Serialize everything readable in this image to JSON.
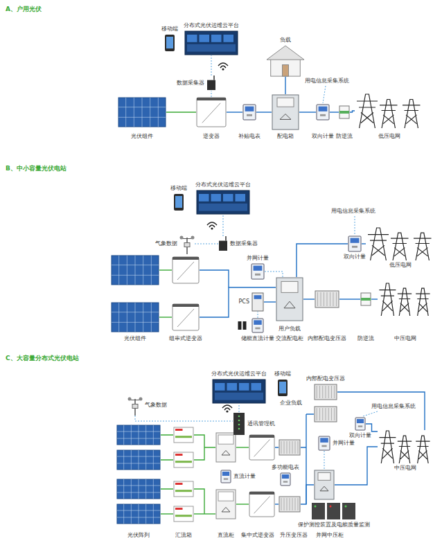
{
  "diagram": {
    "nodes": [
      {
        "text": [
          "移动端"
        ]
      },
      {
        "text": [
          "分布式光伏运维云平台"
        ]
      },
      {
        "text": [
          "数据采集器"
        ]
      },
      {
        "text": [
          "负载"
        ]
      },
      {
        "text": [
          "光伏组件"
        ]
      },
      {
        "text": [
          "逆变器"
        ]
      },
      {
        "text": [
          "补贴电表"
        ]
      },
      {
        "text": [
          "配电箱"
        ]
      },
      {
        "text": [
          "双向计量"
        ]
      },
      {
        "text": [
          "防逆流"
        ]
      },
      {
        "text": [
          "低压电网"
        ]
      },
      {
        "text": [
          "移动端"
        ]
      },
      {
        "text": [
          "分布式光伏运维云平台"
        ]
      },
      {
        "text": [
          "气象数据"
        ]
      },
      {
        "text": [
          "数据采集器"
        ]
      },
      {
        "text": [
          "并网计量"
        ]
      },
      {
        "text": [
          "双向计量"
        ]
      },
      {
        "text": [
          "低压电网"
        ]
      },
      {
        "text": [
          "光伏组件"
        ]
      },
      {
        "text": [
          "组串式逆变器"
        ]
      },
      {
        "text": [
          "PCS"
        ]
      },
      {
        "text": [
          "储能直流计量"
        ]
      },
      {
        "text": [
          "交流配电柜"
        ]
      },
      {
        "text": [
          "内部配电变压器"
        ]
      },
      {
        "text": [
          "防逆流"
        ]
      },
      {
        "text": [
          "中压电网"
        ]
      },
      {
        "text": [
          "分布式光伏运维云平台"
        ]
      },
      {
        "text": [
          "移动端"
        ]
      },
      {
        "text": [
          "通讯管理机"
        ]
      },
      {
        "text": [
          "气象数据"
        ]
      },
      {
        "text": [
          "光伏阵列"
        ]
      },
      {
        "text": [
          "汇流箱"
        ]
      },
      {
        "text": [
          "直流柜"
        ]
      },
      {
        "text": [
          "直流计量"
        ]
      },
      {
        "text": [
          "集中式逆变器"
        ]
      },
      {
        "text": [
          "升压变压器"
        ]
      },
      {
        "text": [
          "多功能电表"
        ]
      },
      {
        "text": [
          "并网计量"
        ]
      },
      {
        "text": [
          "并网中压柜"
        ]
      },
      {
        "text": [
          "保护测控装置及电能质量监测"
        ]
      },
      {
        "text": [
          "内部配电变压器"
        ]
      },
      {
        "text": [
          "双向计量"
        ]
      },
      {
        "text": [
          "中压电网"
        ]
      }
    ],
    "edges": [
      {
        "from": 4,
        "to": 5,
        "arrow": "none"
      },
      {
        "from": 5,
        "to": 6,
        "arrow": "none"
      },
      {
        "from": 6,
        "to": 7,
        "arrow": "none"
      },
      {
        "from": 7,
        "to": 8,
        "arrow": "none"
      },
      {
        "from": 8,
        "to": 9,
        "arrow": "none"
      },
      {
        "from": 9,
        "to": 10,
        "arrow": "none"
      },
      {
        "from": 7,
        "to": 3,
        "arrow": "none"
      },
      {
        "from": 5,
        "to": 2,
        "arrow": "none"
      },
      {
        "from": 2,
        "to": 1,
        "arrow": "none"
      },
      {
        "from": 18,
        "to": 19,
        "arrow": "none"
      },
      {
        "from": 19,
        "to": 22,
        "arrow": "none"
      },
      {
        "from": 22,
        "to": 23,
        "arrow": "none"
      },
      {
        "from": 23,
        "to": 24,
        "arrow": "none"
      },
      {
        "from": 24,
        "to": 25,
        "arrow": "none"
      },
      {
        "from": 22,
        "to": 16,
        "arrow": "none"
      },
      {
        "from": 15,
        "to": 22,
        "arrow": "none"
      },
      {
        "from": 20,
        "to": 22,
        "arrow": "none"
      },
      {
        "from": 21,
        "to": 20,
        "arrow": "none"
      },
      {
        "from": 14,
        "to": 12,
        "arrow": "none"
      },
      {
        "from": 16,
        "to": 17,
        "arrow": "none"
      },
      {
        "from": 13,
        "to": 14,
        "arrow": "none"
      },
      {
        "from": 30,
        "to": 31,
        "arrow": "none"
      },
      {
        "from": 31,
        "to": 32,
        "arrow": "none"
      },
      {
        "from": 32,
        "to": 34,
        "arrow": "none"
      },
      {
        "from": 34,
        "to": 35,
        "arrow": "none"
      },
      {
        "from": 35,
        "to": 38,
        "arrow": "none"
      },
      {
        "from": 38,
        "to": 42,
        "arrow": "none"
      },
      {
        "from": 37,
        "to": 38,
        "arrow": "none"
      },
      {
        "from": 40,
        "to": 42,
        "arrow": "none"
      },
      {
        "from": 41,
        "to": 42,
        "arrow": "none"
      },
      {
        "from": 28,
        "to": 26,
        "arrow": "none"
      },
      {
        "from": 29,
        "to": 28,
        "arrow": "none"
      }
    ],
    "labels": [
      "A、户用光伏",
      "用电信息采集系统",
      "B、中小容量光伏电站",
      "用电信息采集系统",
      "用户负载",
      "C、大容量分布式光伏电站",
      "企业负载",
      "用电信息采集系统"
    ]
  }
}
